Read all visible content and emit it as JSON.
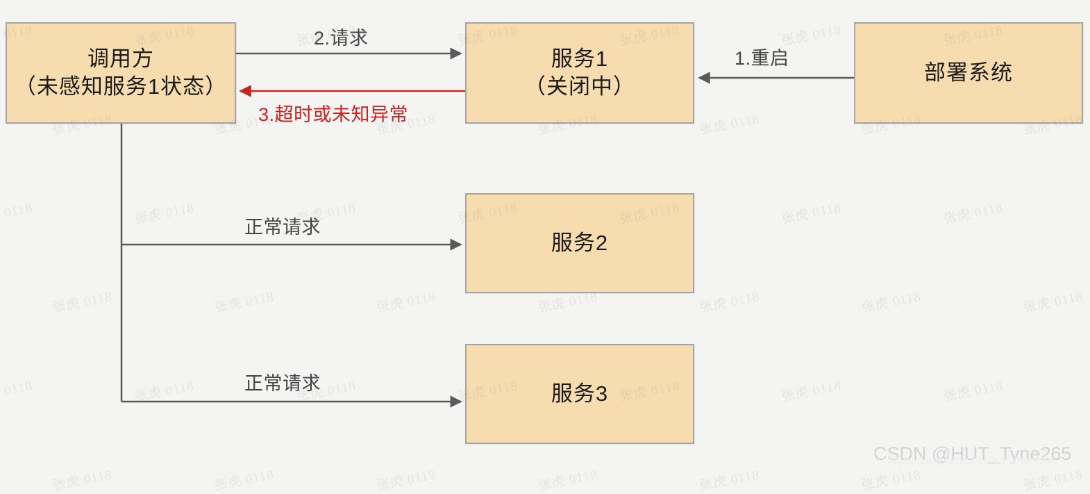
{
  "diagram": {
    "background_color": "#f4f4f2",
    "node_fill": "#f7dcb0",
    "node_border": "#a5a5a5",
    "edge_color": "#5a5a5a",
    "error_color": "#cc2222",
    "nodes": {
      "caller": {
        "line1": "调用方",
        "line2": "（未感知服务1状态）"
      },
      "service1": {
        "line1": "服务1",
        "line2": "（关闭中）"
      },
      "deploy": {
        "line1": "部署系统",
        "line2": ""
      },
      "service2": {
        "line1": "服务2",
        "line2": ""
      },
      "service3": {
        "line1": "服务3",
        "line2": ""
      }
    },
    "edges": {
      "restart": "1.重启",
      "request": "2.请求",
      "error": "3.超时或未知异常",
      "normal_request_2": "正常请求",
      "normal_request_3": "正常请求"
    }
  },
  "watermark": {
    "text": "张虎 0118"
  },
  "credit": {
    "main": "CSDN @HUT_Tyne265",
    "url": "https://blog.csdn.net/hut_zhanghu"
  }
}
